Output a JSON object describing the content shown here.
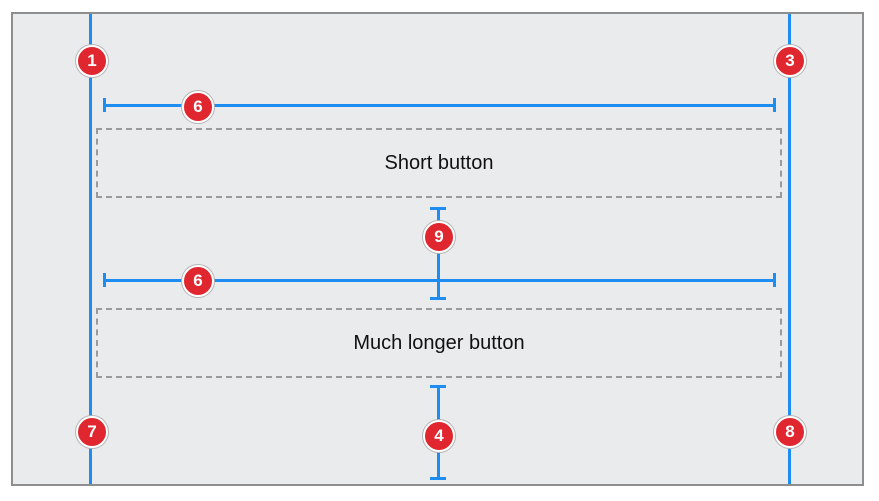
{
  "buttons": {
    "short_label": "Short button",
    "long_label": "Much longer button"
  },
  "markers": {
    "m1": "1",
    "m3": "3",
    "m6_top": "6",
    "m9": "9",
    "m6_bottom": "6",
    "m7": "7",
    "m4": "4",
    "m8": "8"
  },
  "colors": {
    "guide_line": "#1e8df2",
    "badge_fill": "#e0262e",
    "dashed_border": "#9a9a9a",
    "background": "#e9ebed"
  }
}
